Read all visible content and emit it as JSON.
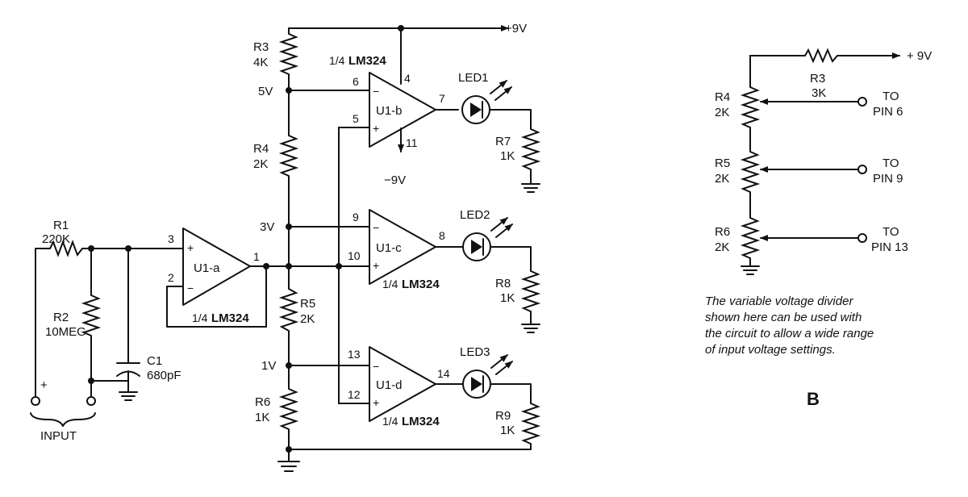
{
  "supply": {
    "pos": "+9V",
    "neg": "−9V"
  },
  "nodes": {
    "v5": "5V",
    "v3": "3V",
    "v1": "1V"
  },
  "resistors": {
    "r1": {
      "name": "R1",
      "value": "220K"
    },
    "r2": {
      "name": "R2",
      "value": "10MEG"
    },
    "r3": {
      "name": "R3",
      "value": "4K"
    },
    "r4": {
      "name": "R4",
      "value": "2K"
    },
    "r5": {
      "name": "R5",
      "value": "2K"
    },
    "r6": {
      "name": "R6",
      "value": "1K"
    },
    "r7": {
      "name": "R7",
      "value": "1K"
    },
    "r8": {
      "name": "R8",
      "value": "1K"
    },
    "r9": {
      "name": "R9",
      "value": "1K"
    }
  },
  "capacitor": {
    "name": "C1",
    "value": "680pF"
  },
  "opamps": {
    "a": {
      "name": "U1-a",
      "pins": {
        "plus": "3",
        "minus": "2",
        "out": "1"
      }
    },
    "b": {
      "name": "U1-b",
      "pins": {
        "minus": "6",
        "plus": "5",
        "out": "7",
        "vpos": "4",
        "vneg": "11"
      }
    },
    "c": {
      "name": "U1-c",
      "pins": {
        "minus": "9",
        "plus": "10",
        "out": "8"
      }
    },
    "d": {
      "name": "U1-d",
      "pins": {
        "minus": "13",
        "plus": "12",
        "out": "14"
      }
    },
    "part_frac": "1/4",
    "part_name": "LM324"
  },
  "leds": {
    "led1": "LED1",
    "led2": "LED2",
    "led3": "LED3"
  },
  "input": {
    "label": "INPUT",
    "plus": "+"
  },
  "fig_b": {
    "supply": "+ 9V",
    "r3": {
      "name": "R3",
      "value": "3K"
    },
    "r4": {
      "name": "R4",
      "value": "2K"
    },
    "r5": {
      "name": "R5",
      "value": "2K"
    },
    "r6": {
      "name": "R6",
      "value": "2K"
    },
    "to6": [
      "TO",
      "PIN 6"
    ],
    "to9": [
      "TO",
      "PIN 9"
    ],
    "to13": [
      "TO",
      "PIN 13"
    ],
    "caption": [
      "The variable voltage divider",
      "shown here can be used with",
      "the circuit to allow a wide range",
      "of input voltage settings."
    ],
    "letter": "B"
  }
}
